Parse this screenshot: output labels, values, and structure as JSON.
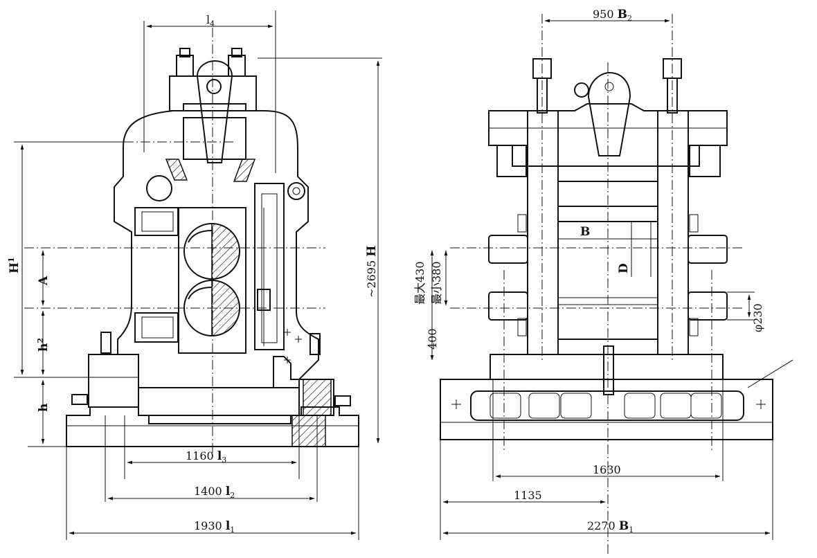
{
  "left_view": {
    "dims": {
      "l4": "l",
      "l4_sub": "4",
      "H_total": "~2695",
      "H_total_sym": "H",
      "H1": "H",
      "H1_sub": "1",
      "A": "A",
      "h2": "h",
      "h2_sub": "2",
      "h": "h",
      "l3_val": "1160",
      "l3": "l",
      "l3_sub": "3",
      "l2_val": "1400",
      "l2": "l",
      "l2_sub": "2",
      "l1_val": "1930",
      "l1": "l",
      "l1_sub": "1"
    }
  },
  "right_view": {
    "dims": {
      "B2_val": "950",
      "B2": "B",
      "B2_sub": "2",
      "B_label": "B",
      "D_label": "D",
      "max": "最大430",
      "min": "最小380",
      "d400": "400",
      "phi230": "φ230",
      "w1630": "1630",
      "w1135": "1135",
      "B1_val": "2270",
      "B1": "B",
      "B1_sub": "1"
    }
  }
}
